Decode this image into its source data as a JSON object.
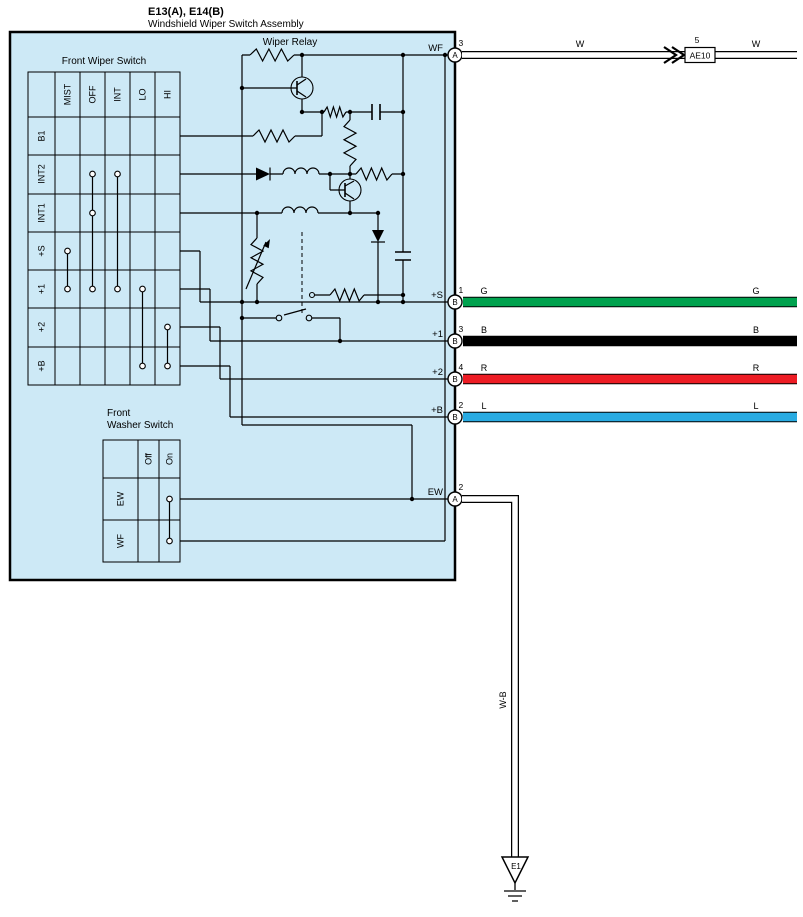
{
  "colors": {
    "panel_fill": "#cde9f6",
    "wire_green": "#00a24e",
    "wire_black": "#000000",
    "wire_red": "#ed1c24",
    "wire_blue": "#29abe2"
  },
  "header": {
    "code": "E13(A), E14(B)",
    "name": "Windshield Wiper Switch Assembly"
  },
  "relay": {
    "label": "Wiper Relay"
  },
  "front_wiper_switch": {
    "label": "Front Wiper Switch",
    "columns": [
      "MIST",
      "OFF",
      "INT",
      "LO",
      "HI"
    ],
    "rows": [
      "B1",
      "INT2",
      "INT1",
      "+S",
      "+1",
      "+2",
      "+B"
    ]
  },
  "front_washer_switch": {
    "label_line1": "Front",
    "label_line2": "Washer Switch",
    "columns": [
      "Off",
      "On"
    ],
    "rows": [
      "EW",
      "WF"
    ]
  },
  "terminals": [
    {
      "name": "WF",
      "pin": "3",
      "connector": "A"
    },
    {
      "name": "+S",
      "pin": "1",
      "connector": "B"
    },
    {
      "name": "+1",
      "pin": "3",
      "connector": "B"
    },
    {
      "name": "+2",
      "pin": "4",
      "connector": "B"
    },
    {
      "name": "+B",
      "pin": "2",
      "connector": "B"
    },
    {
      "name": "EW",
      "pin": "2",
      "connector": "A"
    }
  ],
  "wires": {
    "wf": {
      "left_label": "W",
      "right_label": "W",
      "junction_pin": "5",
      "junction_code": "AE10"
    },
    "plus_s": {
      "left_label": "G",
      "right_label": "G"
    },
    "plus_1": {
      "left_label": "B",
      "right_label": "B"
    },
    "plus_2": {
      "left_label": "R",
      "right_label": "R"
    },
    "plus_b": {
      "left_label": "L",
      "right_label": "L"
    },
    "ew": {
      "label": "W-B",
      "ground_label": "E1"
    }
  }
}
